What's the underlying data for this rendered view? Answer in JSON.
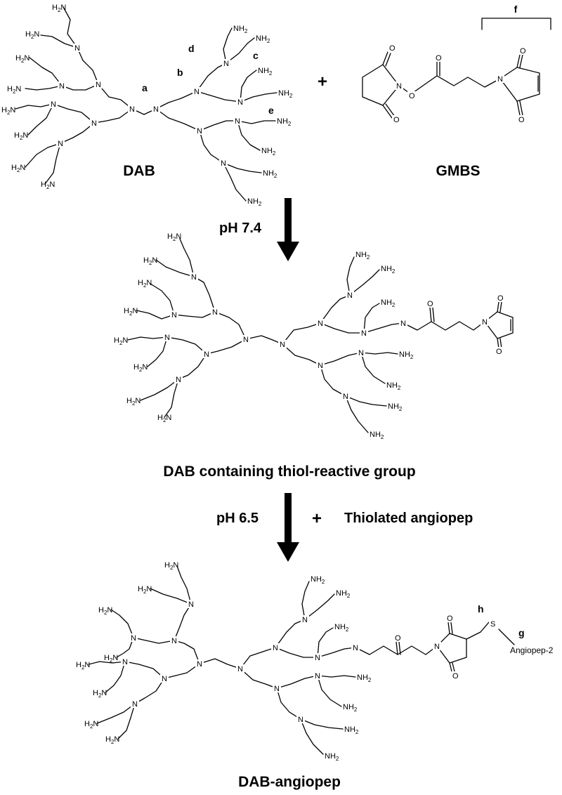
{
  "labels": {
    "dab": "DAB",
    "gmbs": "GMBS",
    "plus": "+",
    "step1_condition": "pH 7.4",
    "intermediate": "DAB containing thiol-reactive group",
    "step2_condition": "pH 6.5",
    "step2_plus": "+",
    "step2_reagent": "Thiolated angiopep",
    "product": "DAB-angiopep",
    "peptide": "Angiopep-2"
  },
  "site_labels": {
    "a": "a",
    "b": "b",
    "c": "c",
    "d": "d",
    "e": "e",
    "f": "f",
    "g": "g",
    "h": "h"
  },
  "atoms": {
    "nitrogen": "N",
    "oxygen": "O",
    "sulfur": "S",
    "amine": "H",
    "amine_tail": "N",
    "amine_sub": "2"
  },
  "colors": {
    "ink": "#000000",
    "background": "#ffffff"
  }
}
